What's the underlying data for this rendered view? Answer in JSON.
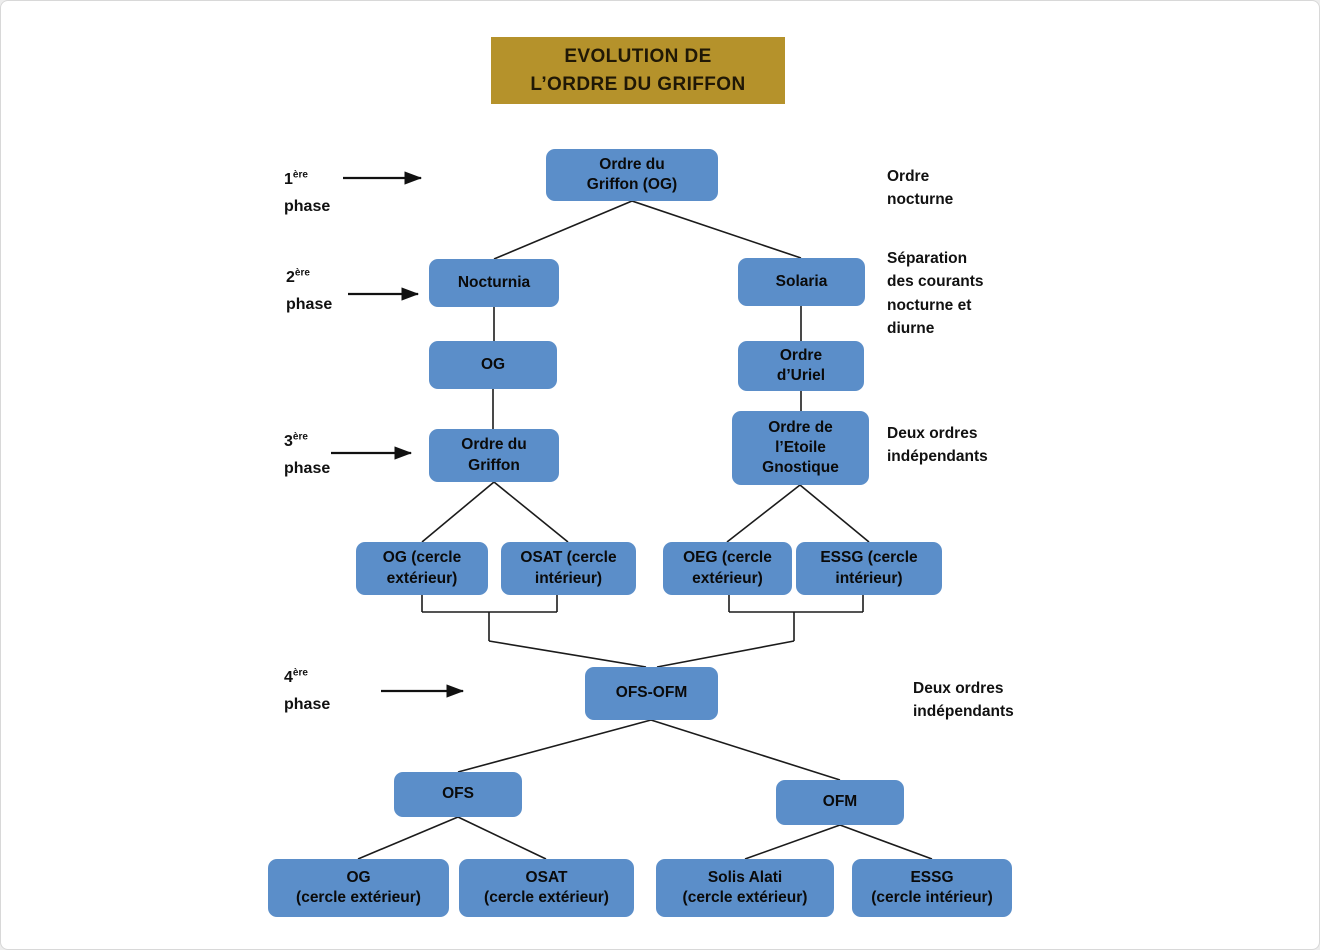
{
  "title": {
    "line1": "EVOLUTION DE",
    "line2": "L’ORDRE DU GRIFFON"
  },
  "phases": [
    {
      "num": "1",
      "sup": "ère",
      "word": "phase"
    },
    {
      "num": "2",
      "sup": "ère",
      "word": "phase"
    },
    {
      "num": "3",
      "sup": "ère",
      "word": "phase"
    },
    {
      "num": "4",
      "sup": "ère",
      "word": "phase"
    }
  ],
  "annotations": [
    {
      "text": "Ordre\nnocturne"
    },
    {
      "text": "Séparation\ndes courants\nnocturne et\ndiurne"
    },
    {
      "text": "Deux ordres\nindépendants"
    },
    {
      "text": "Deux ordres\nindépendants"
    }
  ],
  "nodes": {
    "og_root": "Ordre du\nGriffon (OG)",
    "nocturnia": "Nocturnia",
    "solaria": "Solaria",
    "og_phase2": "OG",
    "ordre_uriel": "Ordre\nd’Uriel",
    "ordre_griffon": "Ordre du\nGriffon",
    "etoile_gnostique": "Ordre de\nl’Etoile\nGnostique",
    "og_cercle_ext": "OG (cercle\nextérieur)",
    "osat_cercle_int": "OSAT (cercle\nintérieur)",
    "oeg_cercle_ext": "OEG (cercle\nextérieur)",
    "essg_cercle_int": "ESSG (cercle\nintérieur)",
    "ofs_ofm": "OFS-OFM",
    "ofs": "OFS",
    "ofm": "OFM",
    "og_cercle_ext_bottom": "OG\n(cercle extérieur)",
    "osat_cercle_ext_bottom": "OSAT\n(cercle extérieur)",
    "solis_alati": "Solis Alati\n(cercle extérieur)",
    "essg_cercle_int_bottom": "ESSG\n(cercle intérieur)"
  },
  "colors": {
    "node_fill": "#5b8ec9",
    "title_bg": "#b5922b",
    "line": "#1b1b1b",
    "text": "#0a0a0a"
  }
}
